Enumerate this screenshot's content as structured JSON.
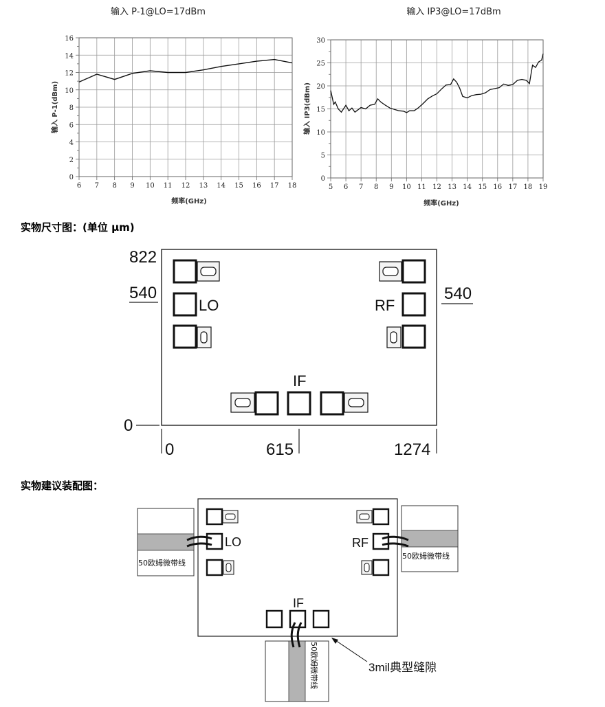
{
  "chart_data": [
    {
      "type": "line",
      "title": "输入 P-1@LO=17dBm",
      "xlabel": "频率(GHz)",
      "ylabel": "输入 P-1(dBm)",
      "xlim": [
        6,
        18
      ],
      "ylim": [
        0,
        16
      ],
      "xticks": [
        6,
        7,
        8,
        9,
        10,
        11,
        12,
        13,
        14,
        15,
        16,
        17,
        18
      ],
      "yticks": [
        0,
        2,
        4,
        6,
        8,
        10,
        12,
        14,
        16
      ],
      "grid": true,
      "series": [
        {
          "x": [
            6,
            7,
            8,
            9,
            10,
            11,
            12,
            13,
            14,
            15,
            16,
            17,
            18
          ],
          "y": [
            10.9,
            11.8,
            11.2,
            11.9,
            12.2,
            12.0,
            12.0,
            12.3,
            12.7,
            13.0,
            13.3,
            13.5,
            13.1
          ]
        }
      ]
    },
    {
      "type": "line",
      "title": "输入 IP3@LO=17dBm",
      "xlabel": "频率(GHz)",
      "ylabel": "输入 IP3(dBm)",
      "xlim": [
        5,
        19
      ],
      "ylim": [
        0,
        30
      ],
      "xticks": [
        5,
        6,
        7,
        8,
        9,
        10,
        11,
        12,
        13,
        14,
        15,
        16,
        17,
        18,
        19
      ],
      "yticks": [
        0,
        5,
        10,
        15,
        20,
        25,
        30
      ],
      "grid": true,
      "series": [
        {
          "x": [
            5,
            5.1,
            5.2,
            5.3,
            5.5,
            5.7,
            6,
            6.2,
            6.4,
            6.6,
            6.8,
            7,
            7.3,
            7.6,
            7.9,
            8.1,
            8.3,
            8.6,
            8.9,
            9.2,
            9.5,
            9.8,
            10,
            10.2,
            10.5,
            10.8,
            11.1,
            11.4,
            11.7,
            12,
            12.3,
            12.6,
            12.9,
            13.1,
            13.3,
            13.5,
            13.7,
            14,
            14.3,
            14.6,
            14.9,
            15.2,
            15.5,
            15.8,
            16.1,
            16.4,
            16.7,
            17,
            17.3,
            17.6,
            17.9,
            18.1,
            18.2,
            18.3,
            18.5,
            18.7,
            18.8,
            18.9,
            19
          ],
          "y": [
            19,
            17.5,
            16,
            16.5,
            15,
            14.3,
            15.8,
            14.6,
            15.2,
            14.3,
            14.8,
            15.3,
            15,
            15.8,
            16,
            17.2,
            16.5,
            15.8,
            15.2,
            14.9,
            14.6,
            14.5,
            14.2,
            14.6,
            14.6,
            15.3,
            16.2,
            17.2,
            17.8,
            18.3,
            19.3,
            20.2,
            20.3,
            21.5,
            20.8,
            19.5,
            17.7,
            17.4,
            17.9,
            18.1,
            18.2,
            18.5,
            19.2,
            19.4,
            19.6,
            20.4,
            20.1,
            20.3,
            21.2,
            21.4,
            21.2,
            20.5,
            22.5,
            24.5,
            24,
            25.2,
            25.4,
            25.6,
            27
          ]
        }
      ]
    }
  ],
  "section1": {
    "title": "实物尺寸图：(单位 μm)"
  },
  "section2": {
    "title": "实物建议装配图："
  },
  "dims": {
    "top": "822",
    "left_mid": "540",
    "right_mid": "540",
    "zero_y": "0",
    "zero_x": "0",
    "mid_x": "615",
    "right_x": "1274"
  },
  "pins": {
    "lo": "LO",
    "rf": "RF",
    "if": "IF"
  },
  "microstrip": {
    "label": "50欧姆微带线"
  },
  "gap_label": "3mil典型缝隙"
}
